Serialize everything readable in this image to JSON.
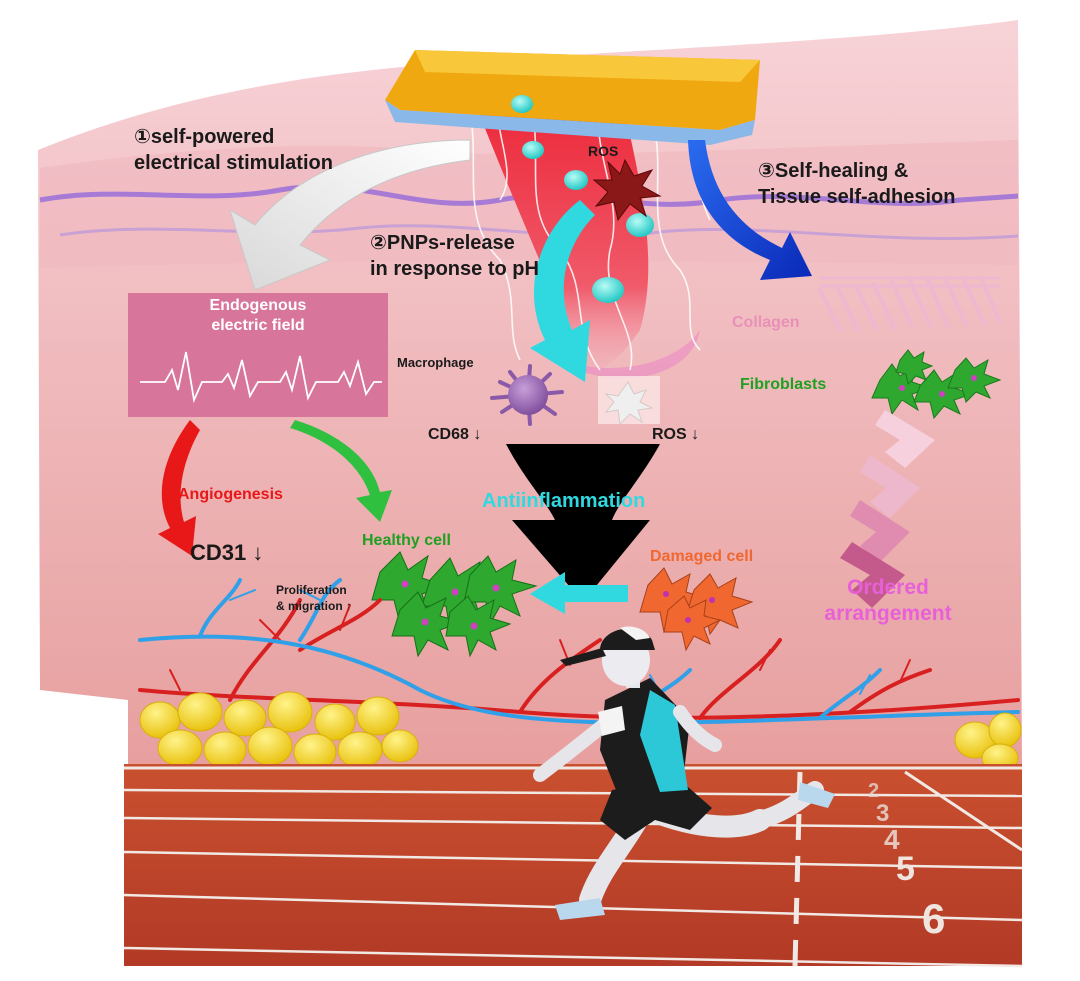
{
  "labels": {
    "step1_line1": "①self-powered",
    "step1_line2": "electrical stimulation",
    "step2_line1": "②PNPs-release",
    "step2_line2": "in response to pH",
    "step3_line1": "③Self-healing &",
    "step3_line2": "Tissue self-adhesion",
    "ros_top": "ROS",
    "endogenous_line1": "Endogenous",
    "endogenous_line2": "electric field",
    "macrophage": "Macrophage",
    "cd68": "CD68 ↓",
    "ros_down": "ROS ↓",
    "collagen": "Collagen",
    "fibroblasts": "Fibroblasts",
    "angiogenesis": "Angiogenesis",
    "antiinflammation": "Antiinflammation",
    "cd31": "CD31 ↓",
    "healthy_cell": "Healthy cell",
    "damaged_cell": "Damaged cell",
    "prolif_line1": "Proliferation",
    "prolif_line2": "& migration ↑",
    "ordered_line1": "Ordered",
    "ordered_line2": "arrangement",
    "track_numbers": [
      "2",
      "3",
      "4",
      "5",
      "6"
    ]
  },
  "colors": {
    "skin_top": "#f5c9cf",
    "skin_deep": "#eaa5a5",
    "dermis_line": "#9a70d8",
    "patch_gold": "#f0a810",
    "patch_blue": "#8ab8e8",
    "wound_red": "#e8283c",
    "nanoparticle": "#40d8d0",
    "ros_star": "#8a1818",
    "efield_box": "#d8759a",
    "arrow_white": "#ececec",
    "arrow_cyan": "#30d8e0",
    "arrow_blue": "#1840d8",
    "arrow_red": "#e81818",
    "arrow_green": "#30c040",
    "funnel_black": "#000000",
    "healthy_green": "#30b030",
    "damaged_orange": "#f06830",
    "collagen_pink": "#f0b8d0",
    "chevron_pink": "#d06090",
    "ordered_magenta": "#e860d8",
    "text_red": "#e81818",
    "text_green": "#20a020",
    "text_cyan": "#30d8e0",
    "text_orange": "#f06830",
    "text_collagen": "#e890b8",
    "vessel_red": "#d82020",
    "vessel_blue": "#30a0e8",
    "fat_yellow": "#f8d818",
    "track_red": "#c0432a",
    "track_line": "#f2e8e4"
  },
  "icons": {
    "patch": "wound-patch-icon",
    "ros": "ros-star-icon",
    "macrophage": "macrophage-icon",
    "runner": "runner-figure-icon"
  }
}
